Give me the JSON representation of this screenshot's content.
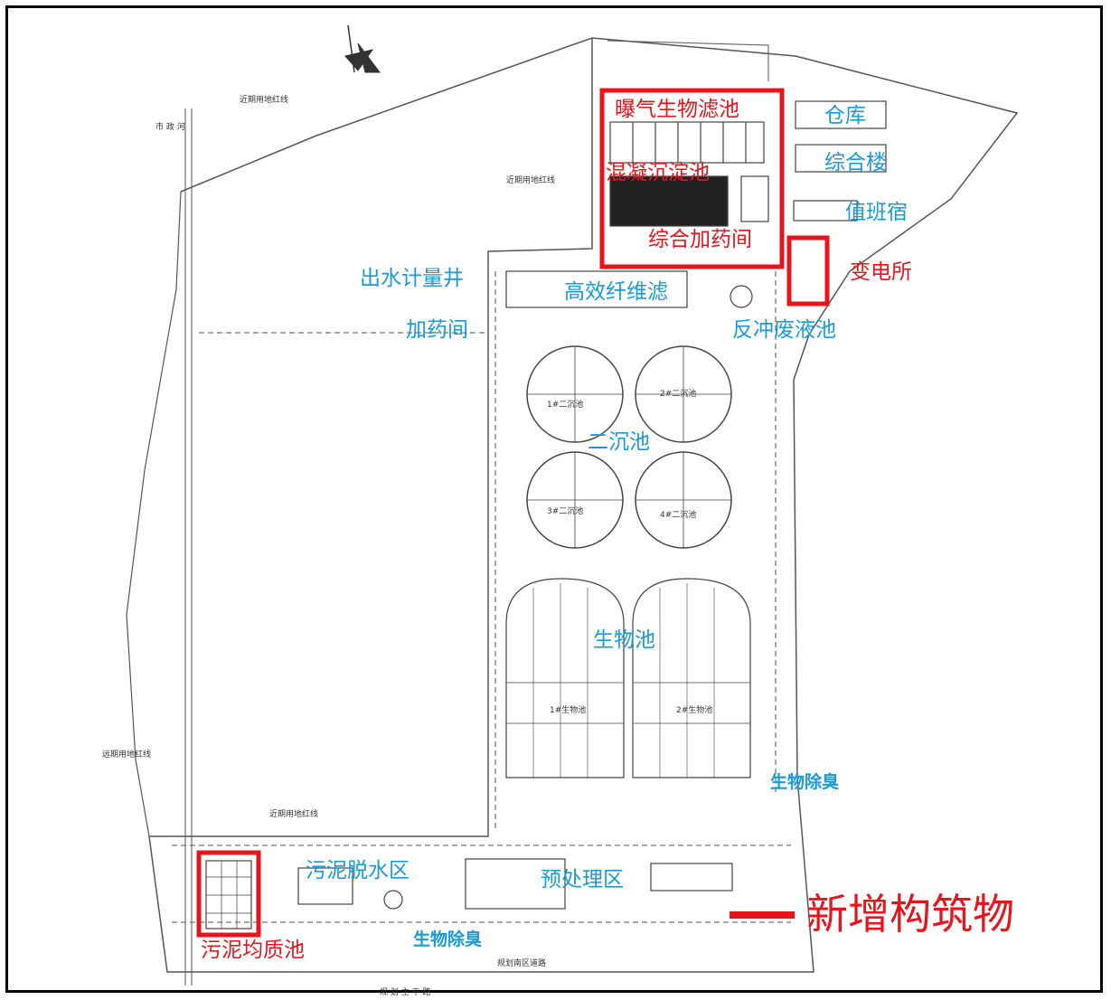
{
  "legend": {
    "label": "新增构筑物",
    "color": "#e8141c"
  },
  "colors": {
    "new_structure": "#e8141c",
    "existing_label": "#1a9ad6",
    "linework": "#555555"
  },
  "labels": {
    "aerated_biofilter": "曝气生物滤池",
    "coag_sedimentation": "混凝沉淀池",
    "chemical_dosing_room": "综合加药间",
    "substation": "变电所",
    "warehouse": "仓库",
    "office_building": "综合楼",
    "dormitory": "值班宿",
    "outlet_meter_well": "出水计量井",
    "fiber_filter": "高效纤维滤",
    "dosing_room": "加药间",
    "backwash_tank": "反冲废液池",
    "secondary_clarifier": "二沉池",
    "bio_tank": "生物池",
    "bio_deodor_east": "生物除臭",
    "sludge_dewatering": "污泥脱水区",
    "pretreatment": "预处理区",
    "bio_deodor_south": "生物除臭",
    "sludge_homogenizer": "污泥均质池"
  },
  "small_text": {
    "road_left": "市 政 河",
    "boundary_north": "近期用地红线",
    "boundary_mid": "近期用地红线",
    "boundary_west": "远期用地红线",
    "boundary_south": "近期用地红线",
    "south_road": "规划南区道路",
    "bottom_road": "规 划 主 干 路",
    "clarifier_1": "1#二沉池",
    "clarifier_2": "2#二沉池",
    "clarifier_3": "3#二沉池",
    "clarifier_4": "4#二沉池",
    "biotank_1": "1#生物池",
    "biotank_2": "2#生物池"
  }
}
